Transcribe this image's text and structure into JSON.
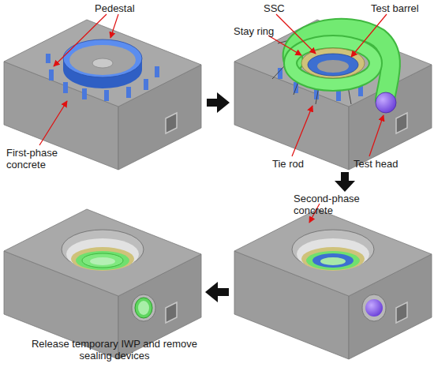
{
  "diagram": {
    "labels": [
      "Pedestal",
      "First-phase concrete",
      "SSC",
      "Test barrel",
      "Stay ring",
      "Tie rod",
      "Test head",
      "Second-phase concrete",
      "Release temporary IWP and remove sealing devices"
    ]
  }
}
